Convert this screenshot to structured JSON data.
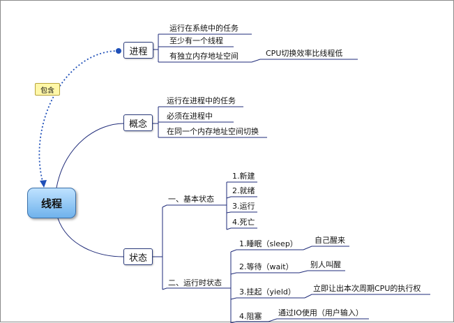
{
  "root": {
    "label": "线程"
  },
  "relation": {
    "label": "包含"
  },
  "process": {
    "label": "进程",
    "items": [
      "运行在系统中的任务",
      "至少有一个线程",
      "有独立内存地址空间"
    ],
    "note": "CPU切换效率比线程低"
  },
  "concept": {
    "label": "概念",
    "items": [
      "运行在进程中的任务",
      "必须在进程中",
      "在同一个内存地址空间切换"
    ]
  },
  "state": {
    "label": "状态",
    "basic": {
      "label": "一、基本状态",
      "items": [
        "1.新建",
        "2.就绪",
        "3.运行",
        "4.死亡"
      ]
    },
    "runtime": {
      "label": "二、运行时状态",
      "items": [
        {
          "label": "1.睡眠（sleep）",
          "note": "自己醒来"
        },
        {
          "label": "2.等待（wait）",
          "note": "别人叫醒"
        },
        {
          "label": "3.挂起（yield）",
          "note": "立即让出本次周期CPU的执行权"
        },
        {
          "label": "4.阻塞",
          "note": "通过IO使用（用户输入）"
        }
      ]
    }
  },
  "colors": {
    "line": "#1e2a78",
    "dotted": "#1e4fb8",
    "root_fill": "#8cc3f2",
    "tag_fill": "#fff7a8"
  }
}
